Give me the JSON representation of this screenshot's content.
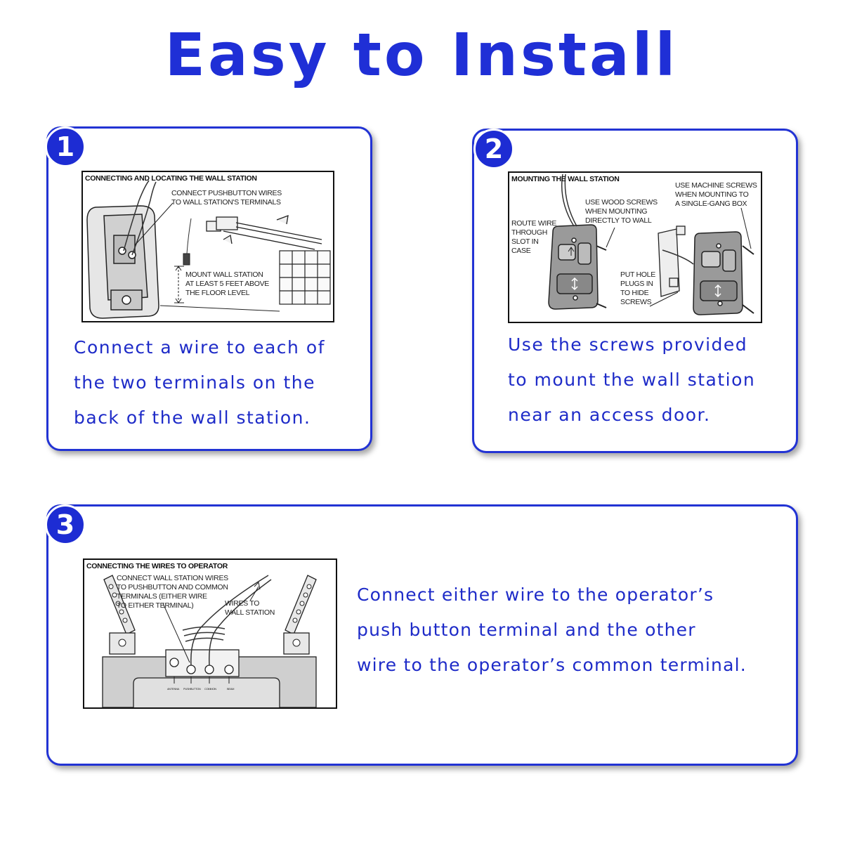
{
  "page": {
    "title": "Easy to Install"
  },
  "steps": [
    {
      "number": "1",
      "diagram_title": "CONNECTING AND LOCATING THE WALL STATION",
      "callouts": [
        "CONNECT PUSHBUTTON WIRES\nTO WALL STATION'S TERMINALS",
        "MOUNT WALL STATION\nAT LEAST 5 FEET ABOVE\nTHE FLOOR LEVEL"
      ],
      "text": "Connect a wire to each of\nthe two terminals on the\nback of the wall station."
    },
    {
      "number": "2",
      "diagram_title": "MOUNTING THE WALL STATION",
      "callouts": [
        "ROUTE WIRE\nTHROUGH\nSLOT IN\nCASE",
        "USE WOOD SCREWS\nWHEN MOUNTING\nDIRECTLY TO WALL",
        "USE MACHINE SCREWS\nWHEN MOUNTING TO\nA SINGLE-GANG BOX",
        "PUT HOLE\nPLUGS IN\nTO HIDE\nSCREWS"
      ],
      "text": "Use the screws provided\nto mount the wall station\nnear an access door."
    },
    {
      "number": "3",
      "diagram_title": "CONNECTING THE WIRES TO OPERATOR",
      "callouts": [
        "CONNECT WALL STATION WIRES\nTO PUSHBUTTON AND COMMON\nTERMINALS (EITHER WIRE\nTO EITHER TERMINAL)",
        "WIRES TO\nWALL STATION"
      ],
      "terminal_labels": [
        "ANTENNA",
        "PUSHBUTTON",
        "COMMON",
        "BEAM"
      ],
      "text": "Connect either wire to the operator’s\npush button terminal and the other\nwire to the operator’s common terminal."
    }
  ],
  "colors": {
    "accent": "#1f2fd6",
    "text_blue": "#1e2bc8"
  }
}
